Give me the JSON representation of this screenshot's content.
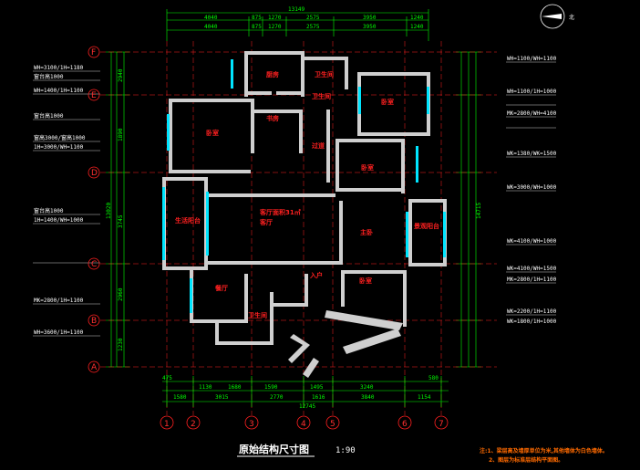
{
  "drawing": {
    "title": "原始结构尺寸图",
    "scale": "1:90",
    "notes": {
      "line1": "注:1、梁层高及墙厚单位为米,其他墙体为白色墙体。",
      "line2": "2、图层为标准层结构平面图。"
    },
    "overall_top": "13149",
    "overall_bottom": "12745",
    "top_dims_row1": [
      "4040",
      "875",
      "1270",
      "2575",
      "3950",
      "1240"
    ],
    "top_dims_row2": [
      "4040",
      "875",
      "1270",
      "2575",
      "3950",
      "1240"
    ],
    "bottom_dims_row1": [
      "475",
      "1130",
      "1680",
      "1590",
      "1495",
      "3240",
      "580"
    ],
    "bottom_dims_row2": [
      "1580",
      "3015",
      "2770",
      "1616",
      "3840",
      "1154"
    ],
    "left_overall": "13020",
    "right_overall": "14715",
    "left_side_dims": [
      "2940",
      "1890",
      "3745",
      "2960",
      "1230"
    ],
    "grid_rows": [
      "F",
      "E",
      "D",
      "C",
      "B",
      "A"
    ],
    "grid_cols": [
      "1",
      "2",
      "3",
      "4",
      "5",
      "6",
      "7"
    ],
    "rooms": {
      "kitchen": "厨房",
      "bath1": "卫生间",
      "bath2": "卫生间",
      "bedroom_tl": "卧室",
      "bedroom_tr": "卧室",
      "dining": "餐厅",
      "study": "书房",
      "bedroom_mid": "卧室",
      "balcony_l": "生活阳台",
      "living": "客厅",
      "corridor": "过道",
      "balcony_r": "景观阳台",
      "master_bed": "主卧",
      "entrance": "入户",
      "bath3": "卫生间",
      "bedroom_br": "卧室",
      "stair_label": "客厅面积31㎡"
    },
    "left_annotations": [
      "WH=3100/1H=1180",
      "窗台高1000",
      "WH=1400/1H=1100",
      "窗台高1000",
      "窗高3000/窗高1000",
      "1H=3000/WH=1100",
      "窗台高1000",
      "1H=1400/WH=1000",
      "MK=2800/1H=1100",
      "WH=3600/1H=1100"
    ],
    "right_annotations": [
      "WH=1100/WH=1100",
      "WH=1100/1H=1000",
      "MK=2800/WH=4100",
      "WK=1380/WK=1500",
      "WK=3000/WH=1000",
      "WK=4100/WH=1000",
      "WK=4100/WH=1500",
      "MK=2800/1H=1100",
      "WK=2200/1H=1100",
      "WK=1800/1H=1000"
    ],
    "compass_label": "北"
  }
}
